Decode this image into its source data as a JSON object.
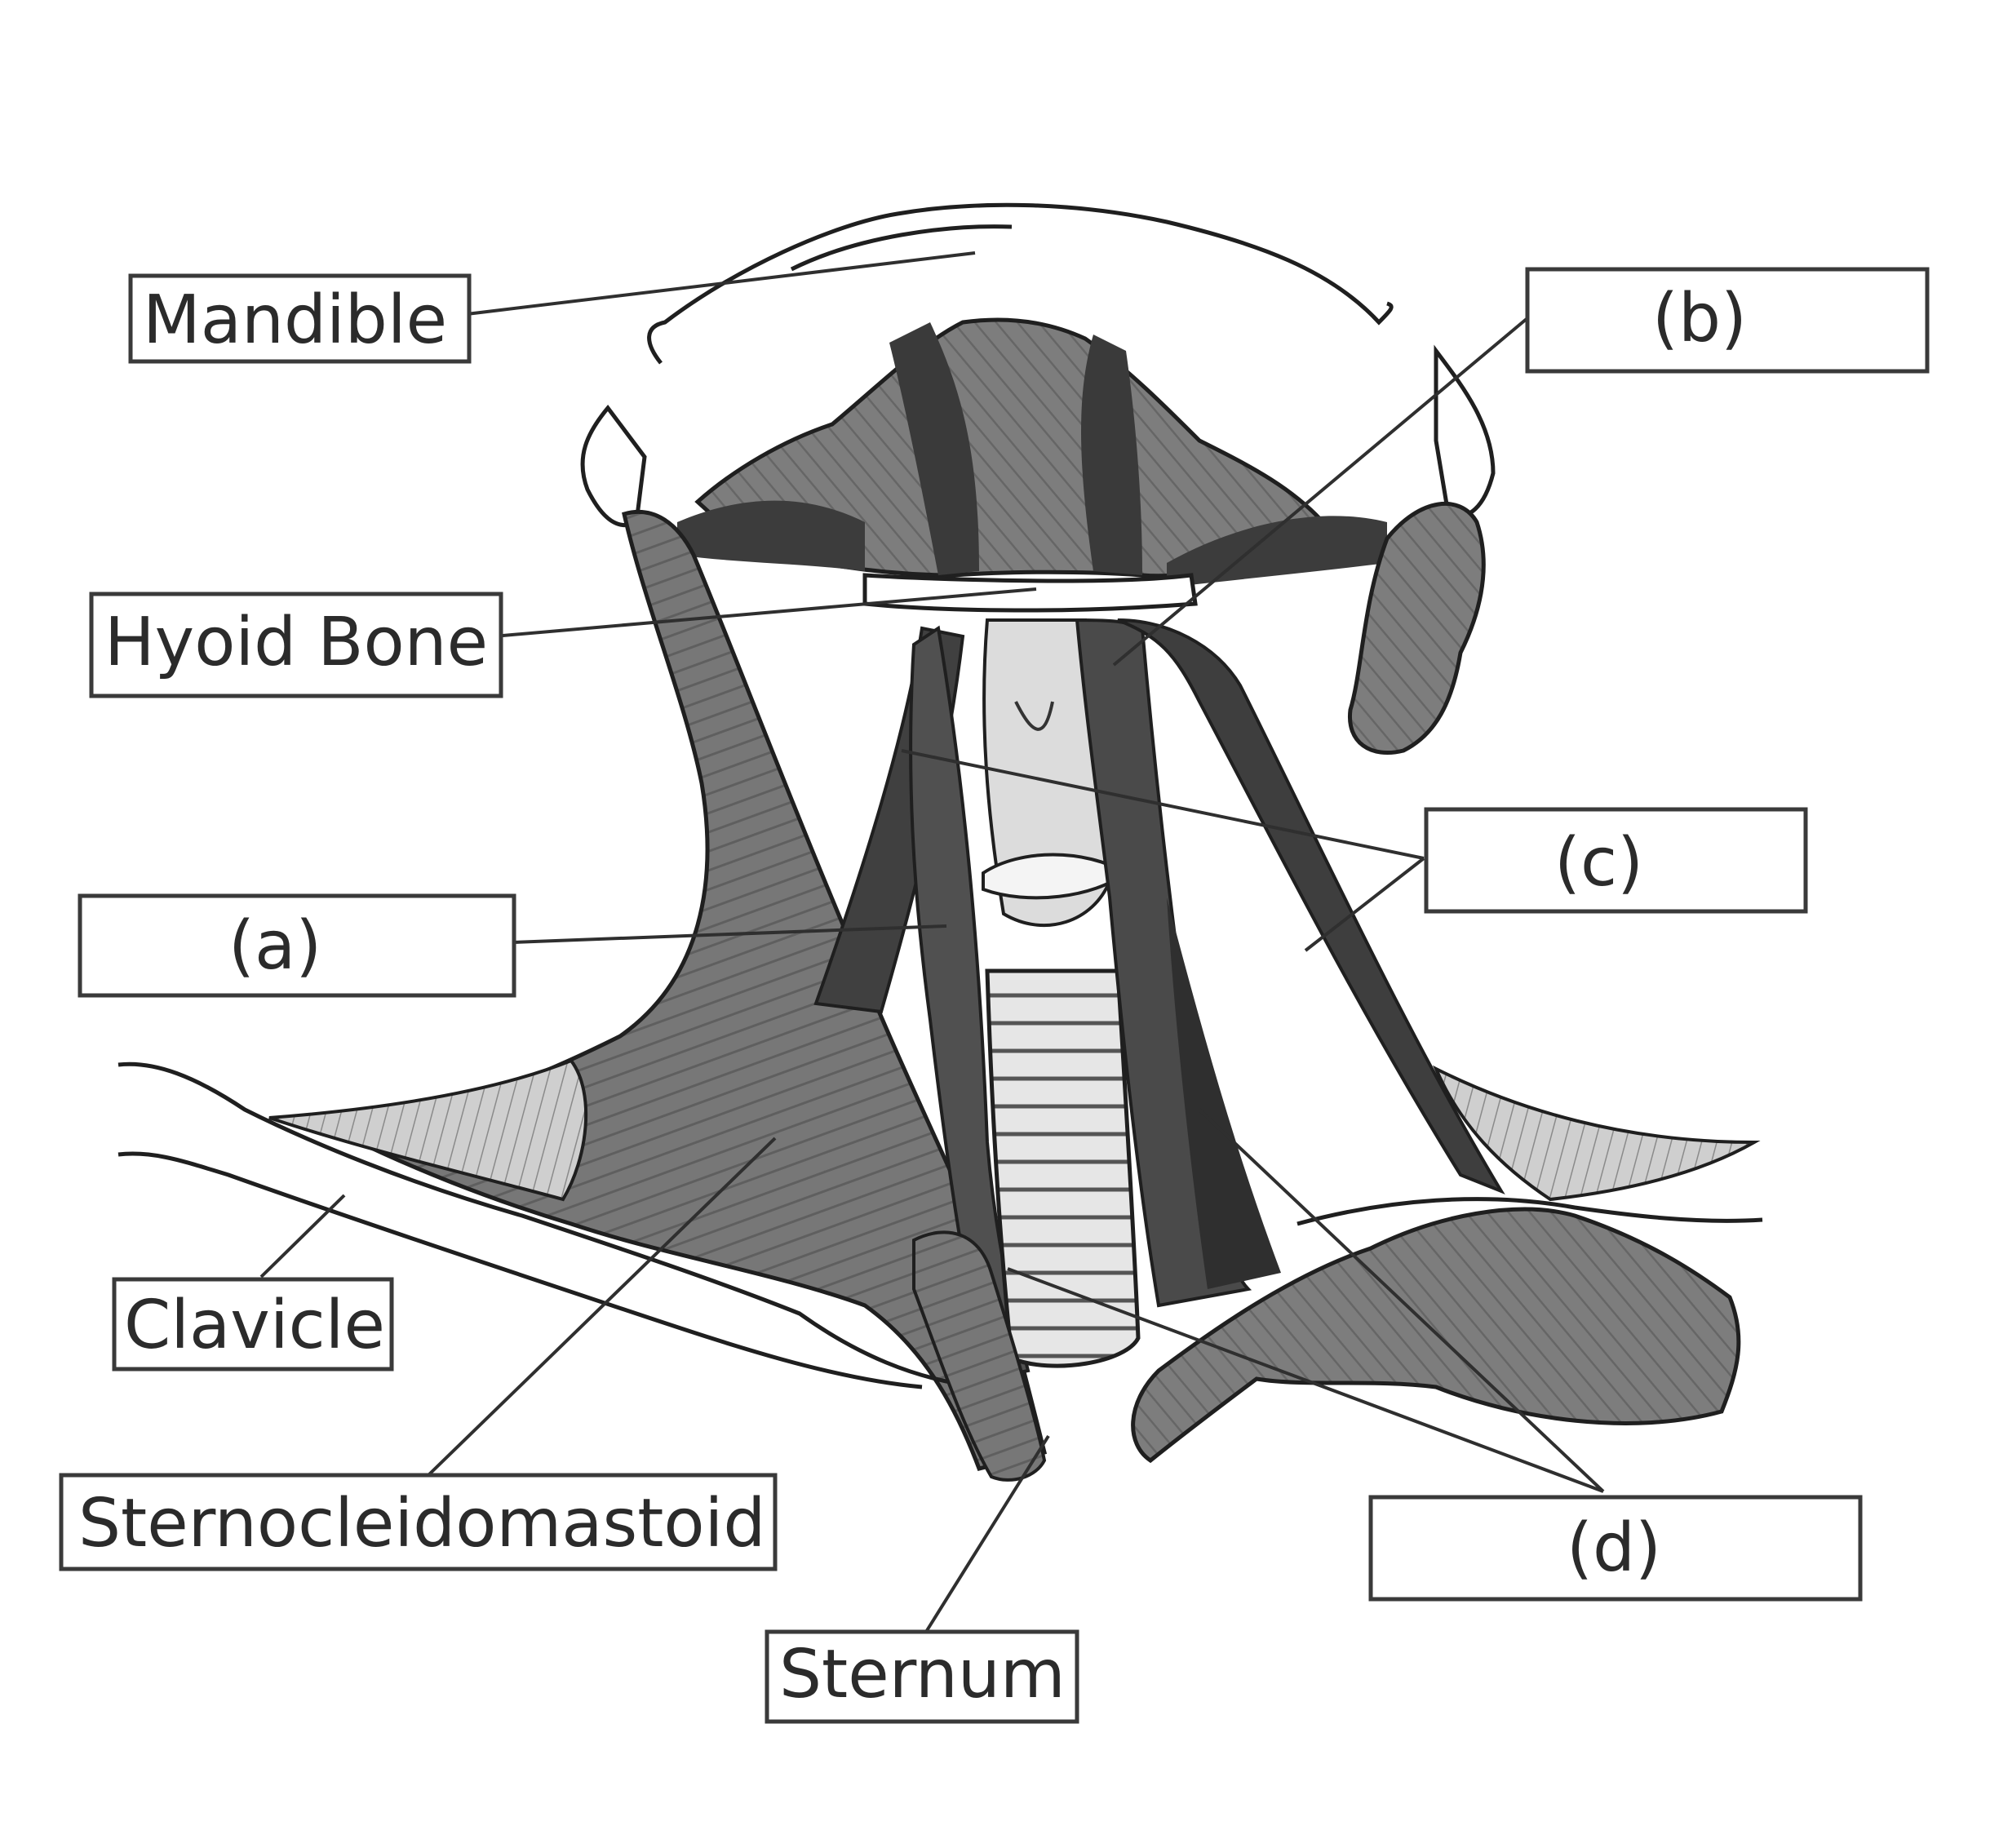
{
  "labels": {
    "mandible": "Mandible",
    "hyoid_bone": "Hyoid Bone",
    "a": "(a)",
    "b": "(b)",
    "c": "(c)",
    "d": "(d)",
    "clavicle": "Clavicle",
    "sternocleidomastoid": "Sternocleidomastoid",
    "sternum": "Sternum"
  },
  "colors": {
    "muscle": "#7a7a7a",
    "muscle_dark": "#3c3c3c",
    "bone": "#ffffff",
    "cartilage": "#d9d9d9",
    "outline": "#1f1f1f"
  }
}
